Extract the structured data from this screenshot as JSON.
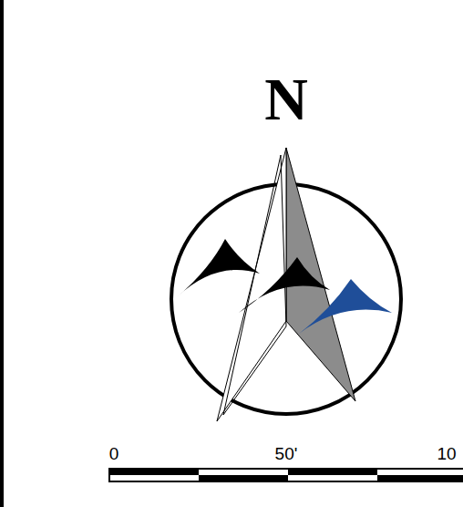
{
  "diagram": {
    "labels": [
      "N",
      "0",
      "50'",
      "10"
    ]
  }
}
